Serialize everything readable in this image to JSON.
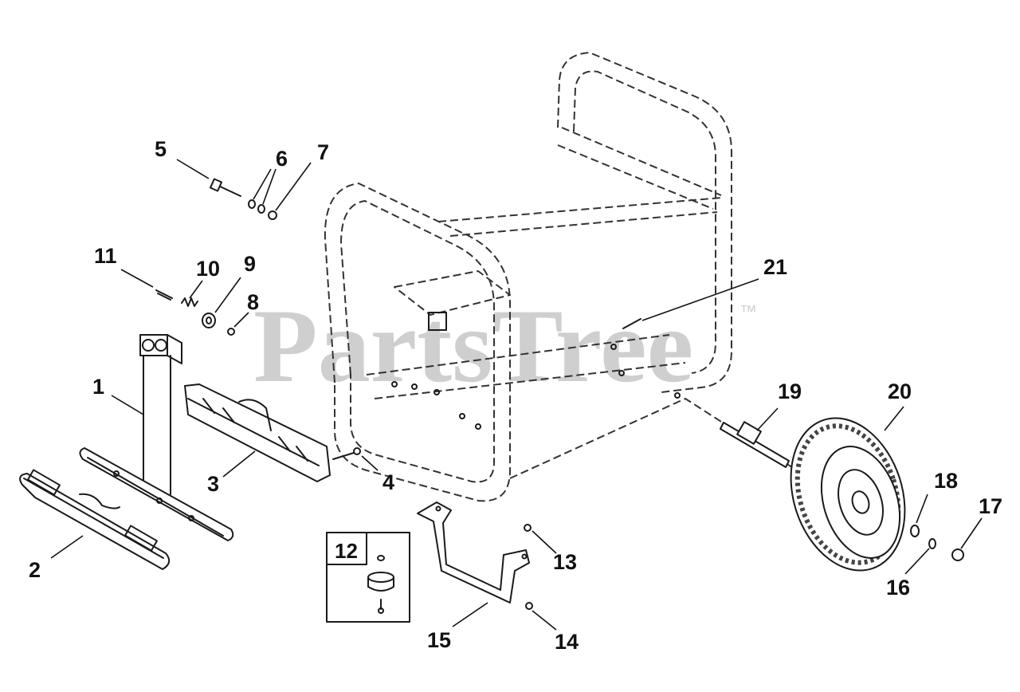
{
  "watermark": {
    "text": "PartsTree",
    "trademark": "™"
  },
  "callouts": [
    {
      "id": "c1",
      "label": "1"
    },
    {
      "id": "c2",
      "label": "2"
    },
    {
      "id": "c3",
      "label": "3"
    },
    {
      "id": "c4",
      "label": "4"
    },
    {
      "id": "c5",
      "label": "5"
    },
    {
      "id": "c6",
      "label": "6"
    },
    {
      "id": "c7",
      "label": "7"
    },
    {
      "id": "c8",
      "label": "8"
    },
    {
      "id": "c9",
      "label": "9"
    },
    {
      "id": "c10",
      "label": "10"
    },
    {
      "id": "c11",
      "label": "11"
    },
    {
      "id": "c12",
      "label": "12"
    },
    {
      "id": "c13",
      "label": "13"
    },
    {
      "id": "c14",
      "label": "14"
    },
    {
      "id": "c15",
      "label": "15"
    },
    {
      "id": "c16",
      "label": "16"
    },
    {
      "id": "c17",
      "label": "17"
    },
    {
      "id": "c18",
      "label": "18"
    },
    {
      "id": "c19",
      "label": "19"
    },
    {
      "id": "c20",
      "label": "20"
    },
    {
      "id": "c21",
      "label": "21"
    }
  ]
}
